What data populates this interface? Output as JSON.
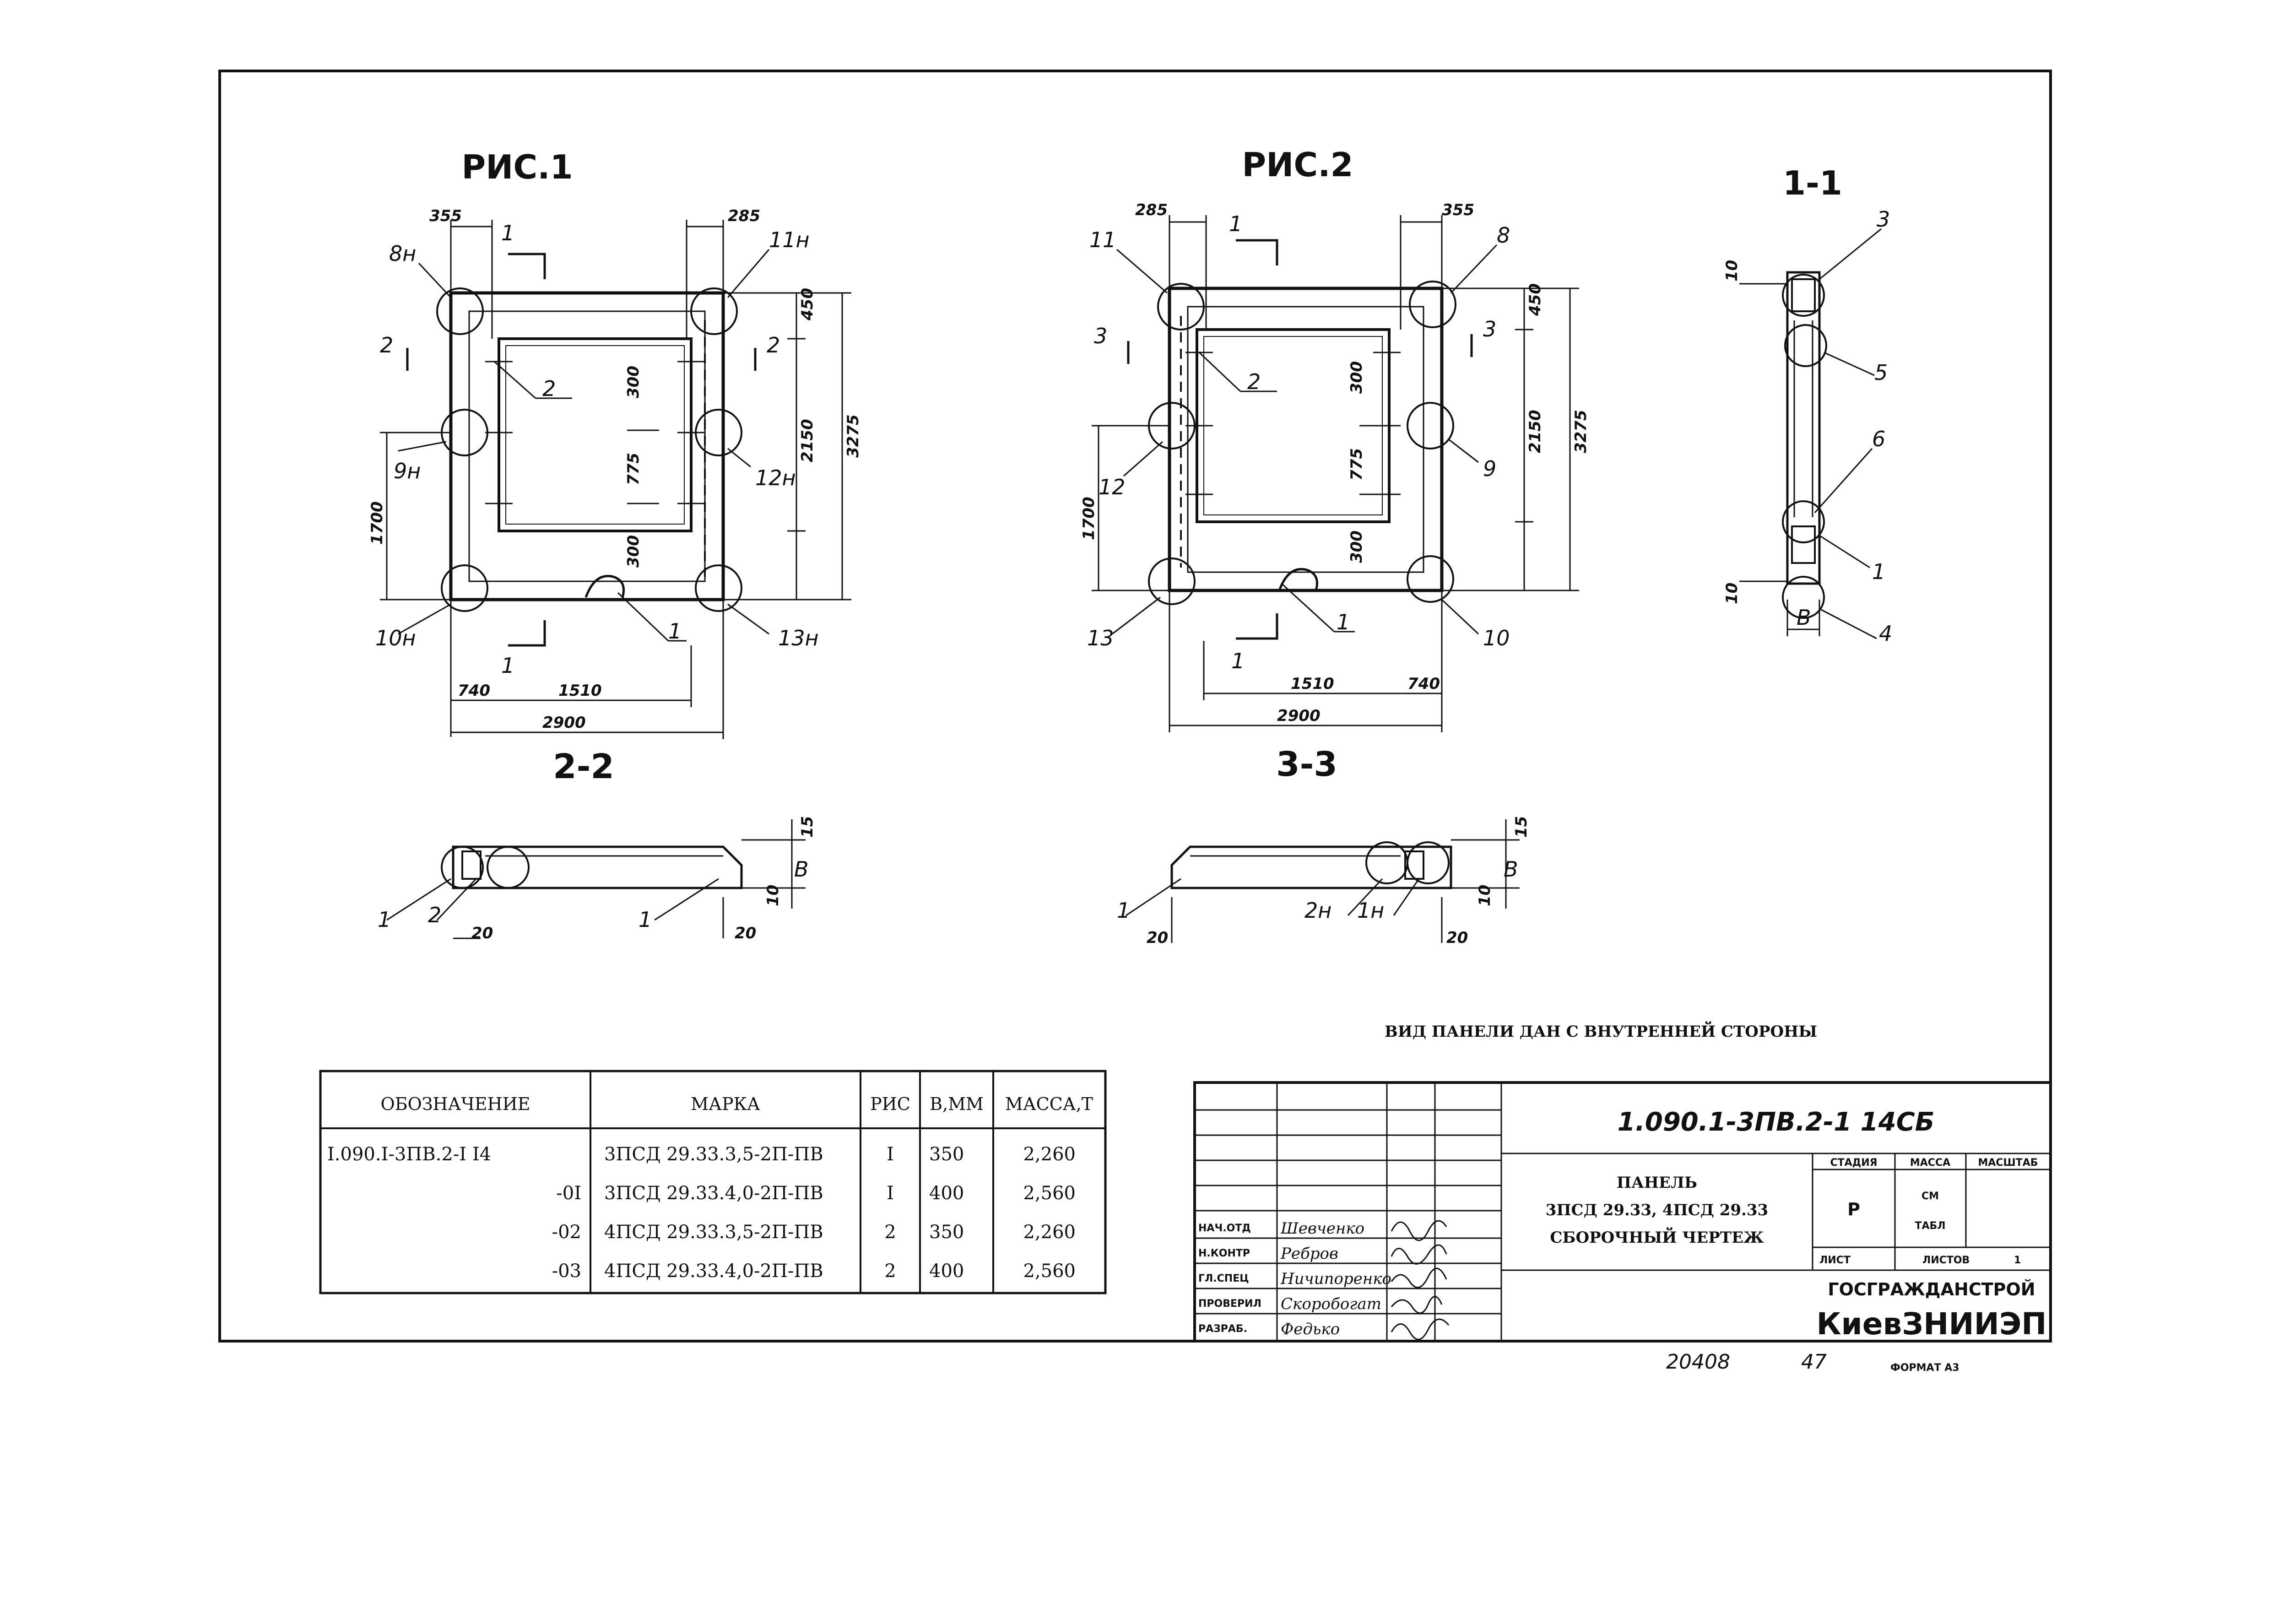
{
  "figures": {
    "fig1_title": "РИС.1",
    "fig2_title": "РИС.2",
    "sec11_title": "1-1",
    "sec22_title": "2-2",
    "sec33_title": "3-3"
  },
  "fig1": {
    "dims": [
      "355",
      "285",
      "450",
      "300",
      "775",
      "300",
      "2150",
      "3275",
      "1700",
      "740",
      "1510",
      "2900"
    ],
    "callouts": [
      "8н",
      "11н",
      "9н",
      "12н",
      "10н",
      "13н",
      "2",
      "1"
    ],
    "cuts": [
      "1",
      "1",
      "2",
      "2"
    ]
  },
  "fig2": {
    "dims": [
      "285",
      "355",
      "450",
      "300",
      "775",
      "300",
      "2150",
      "3275",
      "1700",
      "1510",
      "740",
      "2900"
    ],
    "callouts": [
      "11",
      "8",
      "12",
      "9",
      "13",
      "10",
      "2",
      "1"
    ],
    "cuts": [
      "1",
      "1",
      "3",
      "3"
    ]
  },
  "sec11": {
    "dims": [
      "10",
      "10",
      "В"
    ],
    "callouts": [
      "3",
      "5",
      "6",
      "1",
      "4"
    ]
  },
  "sec22": {
    "dims": [
      "15",
      "10",
      "В",
      "20",
      "20"
    ],
    "callouts": [
      "1",
      "2",
      "1"
    ]
  },
  "sec33": {
    "dims": [
      "15",
      "10",
      "В",
      "20",
      "20"
    ],
    "callouts": [
      "1",
      "2н",
      "1н"
    ]
  },
  "note": "ВИД ПАНЕЛИ ДАН С ВНУТРЕННЕЙ СТОРОНЫ",
  "spec_table": {
    "headers": [
      "ОБОЗНАЧЕНИЕ",
      "МАРКА",
      "РИС",
      "В,ММ",
      "МАССА,Т"
    ],
    "rows": [
      [
        "I.090.I-3ПВ.2-I I4",
        "3ПСД 29.33.3,5-2П-ПВ",
        "I",
        "350",
        "2,260"
      ],
      [
        "-0I",
        "3ПСД 29.33.4,0-2П-ПВ",
        "I",
        "400",
        "2,560"
      ],
      [
        "-02",
        "4ПСД 29.33.3,5-2П-ПВ",
        "2",
        "350",
        "2,260"
      ],
      [
        "-03",
        "4ПСД 29.33.4,0-2П-ПВ",
        "2",
        "400",
        "2,560"
      ]
    ]
  },
  "title_block": {
    "code": "1.090.1-3ПВ.2-1   14СБ",
    "name_line1": "ПАНЕЛЬ",
    "name_line2": "3ПСД 29.33, 4ПСД 29.33",
    "name_line3": "СБОРОЧНЫЙ ЧЕРТЕЖ",
    "stage_header": "СТАДИЯ",
    "mass_header": "МАССА",
    "scale_header": "МАСШТАБ",
    "stage_value": "Р",
    "mass_value_1": "СМ",
    "mass_value_2": "ТАБЛ",
    "sheet_label": "ЛИСТ",
    "sheets_label": "ЛИСТОВ",
    "sheets_value": "1",
    "org_line1": "ГОСГРАЖДАНСТРОЙ",
    "org_line2": "КиевЗНИИЭП",
    "signers": [
      {
        "role": "НАЧ.ОТД",
        "name": "Шевченко"
      },
      {
        "role": "Н.КОНТР",
        "name": "Ребров"
      },
      {
        "role": "ГЛ.СПЕЦ",
        "name": "Ничипоренко"
      },
      {
        "role": "ПРОВЕРИЛ",
        "name": "Скоробогат"
      },
      {
        "role": "РАЗРАБ.",
        "name": "Федько"
      }
    ]
  },
  "footer": {
    "number": "20408",
    "page": "47",
    "format": "ФОРМАТ А3"
  }
}
